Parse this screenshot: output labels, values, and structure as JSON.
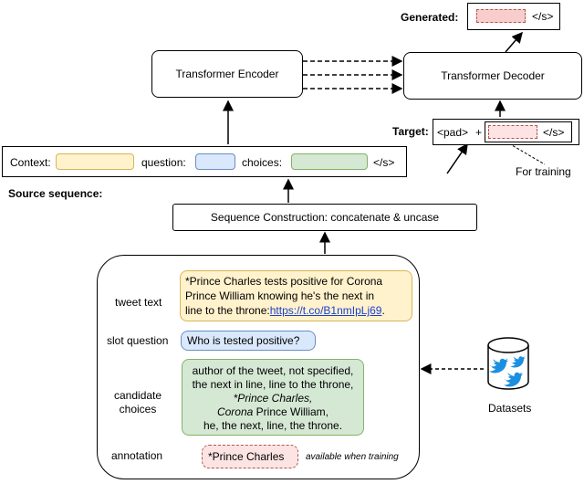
{
  "generated": {
    "label": "Generated:",
    "eos": "</s>"
  },
  "encoder": {
    "label": "Transformer Encoder"
  },
  "decoder": {
    "label": "Transformer Decoder"
  },
  "target": {
    "label": "Target:",
    "pad": "<pad>",
    "plus": "+",
    "eos": "</s>",
    "for_training": "For training"
  },
  "source": {
    "context": "Context:",
    "question": "question:",
    "choices": "choices:",
    "eos": "</s>",
    "title": "Source sequence:"
  },
  "construction": {
    "label": "Sequence Construction: concatenate & uncase"
  },
  "example": {
    "tweet_label": "tweet text",
    "tweet_lines": [
      "*Prince Charles tests positive for Corona",
      "Prince William knowing he's the next in",
      "line to the throne:"
    ],
    "tweet_link": "https://t.co/B1nmIpLj69",
    "tweet_end": ".",
    "slot_label": "slot question",
    "slot_value": "Who is tested positive?",
    "cand_label_1": "candidate",
    "cand_label_2": "choices",
    "cand_lines": [
      "author of the tweet, not specified,",
      "the next in line, line to the throne,"
    ],
    "cand_italic_1": "*Prince Charles,",
    "cand_italic_2": "Corona",
    "cand_after_italic": " Prince William,",
    "cand_last": "he, the next, line, the throne.",
    "annot_label": "annotation",
    "annot_value": "*Prince Charles",
    "annot_note": "available when training"
  },
  "datasets": {
    "label": "Datasets"
  },
  "colors": {
    "context_fill": "#fff2cc",
    "context_stroke": "#d6b656",
    "question_fill": "#dae8fc",
    "question_stroke": "#6c8ebf",
    "choices_fill": "#d5e8d4",
    "choices_stroke": "#82b366",
    "target_fill": "#f8cecc",
    "target_stroke": "#b85450",
    "bird": "#1d8fe0"
  }
}
